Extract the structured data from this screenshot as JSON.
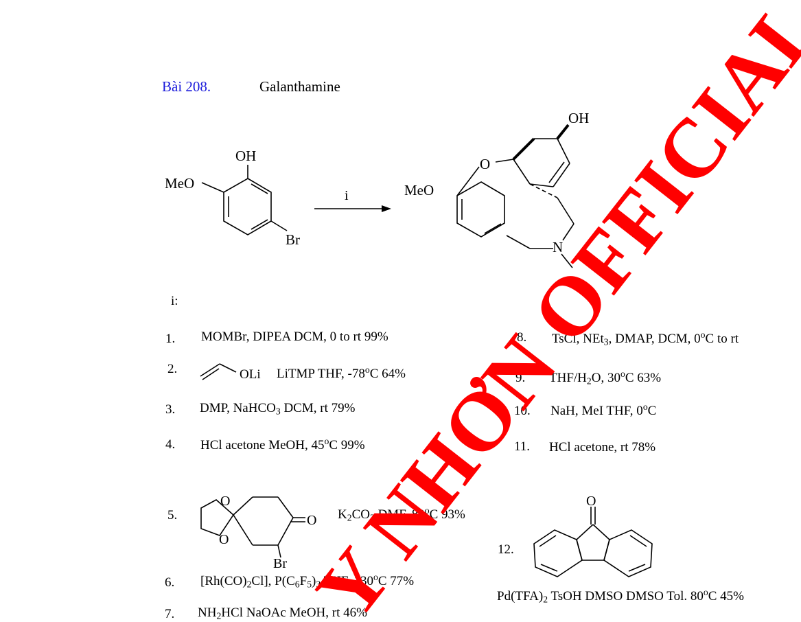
{
  "header": {
    "problem_number": "Bài 208.",
    "compound_name": "Galanthamine"
  },
  "scheme": {
    "start_labels": {
      "oh": "OH",
      "meo": "MeO",
      "br": "Br"
    },
    "arrow_label": "i",
    "product_labels": {
      "oh": "OH",
      "o": "O",
      "meo": "MeO",
      "n": "N"
    }
  },
  "conditions_label": "i:",
  "steps": [
    {
      "num": "1.",
      "parts": [
        "MOMBr, DIPEA DCM, 0 to rt 99%"
      ]
    },
    {
      "num": "2.",
      "olabel": "OLi",
      "parts": [
        "LiTMP THF, -78",
        "o",
        "C 64%"
      ]
    },
    {
      "num": "3.",
      "parts": [
        "DMP, NaHCO",
        "3",
        " DCM, rt 79%"
      ]
    },
    {
      "num": "4.",
      "parts": [
        "HCl acetone MeOH, 45",
        "o",
        "C 99%"
      ]
    },
    {
      "num": "5.",
      "ring_labels": {
        "o1": "O",
        "o2": "O",
        "o3": "O",
        "br": "Br"
      },
      "parts": [
        "K",
        "2",
        "CO",
        "3",
        " DMF, 80",
        "o",
        "C 93%"
      ]
    },
    {
      "num": "6.",
      "parts": [
        "[Rh(CO)",
        "2",
        "Cl], P(C",
        "6",
        "F",
        "5",
        ")",
        "3",
        " THF, 130",
        "o",
        "C 77%"
      ]
    },
    {
      "num": "7.",
      "parts": [
        "NH",
        "2",
        "HCl NaOAc MeOH, rt 46%"
      ]
    },
    {
      "num": "8.",
      "parts": [
        "TsCl, NEt",
        "3",
        ", DMAP, DCM, 0",
        "o",
        "C to rt"
      ]
    },
    {
      "num": "9.",
      "parts": [
        "THF/H",
        "2",
        "O, 30",
        "o",
        "C 63%"
      ]
    },
    {
      "num": "10.",
      "parts": [
        "NaH, MeI THF, 0",
        "o",
        "C"
      ]
    },
    {
      "num": "11.",
      "parts": [
        "HCl acetone, rt 78%"
      ]
    },
    {
      "num": "12.",
      "ketone_label": "O",
      "parts": [
        "Pd(TFA)",
        "2",
        " TsOH DMSO DMSO Tol. 80",
        "o",
        "C 45%"
      ]
    }
  ],
  "watermark": "Y NHƠN OFFICIAL",
  "colors": {
    "title_number": "#1a1adb",
    "watermark": "#ff0000"
  }
}
